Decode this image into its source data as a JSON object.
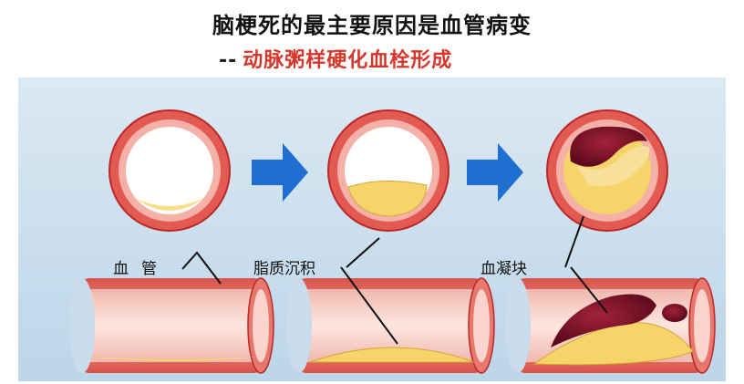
{
  "header": {
    "title": "脑梗死的最主要原因是血管病变",
    "subtitle_prefix": "--",
    "subtitle": "动脉粥样硬化血栓形成"
  },
  "stages": [
    {
      "label": "血管"
    },
    {
      "label": "脂质沉积"
    },
    {
      "label": "血凝块"
    }
  ],
  "colors": {
    "vessel_wall": "#e35a52",
    "vessel_inner": "#f3b1a8",
    "plaque": "#f7d46a",
    "clot": "#7d1427",
    "arrow": "#1f6fd1",
    "background": "#c8dcec",
    "subtitle": "#d9362b"
  },
  "icons": [
    "right-arrow-icon",
    "right-arrow-icon"
  ]
}
